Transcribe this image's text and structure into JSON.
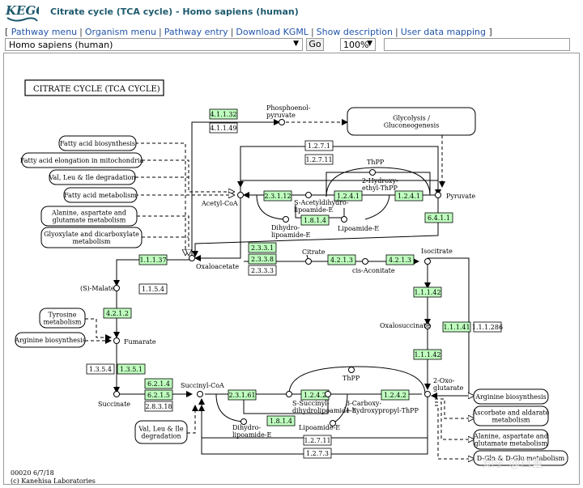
{
  "header": {
    "logo_text": "KEGG",
    "title": "Citrate cycle (TCA cycle) - Homo sapiens (human)"
  },
  "menu": {
    "open_bracket": "[",
    "close_bracket": "]",
    "sep": "|",
    "items": [
      "Pathway menu",
      "Organism menu",
      "Pathway entry",
      "Download KGML",
      "Show description",
      "User data mapping"
    ]
  },
  "controls": {
    "organism_value": "Homo sapiens (human)",
    "go_label": "Go",
    "zoom_value": "100%",
    "search_value": ""
  },
  "map": {
    "title": "CITRATE CYCLE (TCA CYCLE)",
    "footer_id": "00020 6/7/18",
    "footer_copy": "(c) Kanehisa Laboratories",
    "colors": {
      "enzyme_hit": "#bfffbf",
      "enzyme_plain": "#ffffff",
      "line": "#000000"
    },
    "enzymes": [
      {
        "id": "4.1.1.32",
        "hit": true
      },
      {
        "id": "4.1.1.49",
        "hit": false
      },
      {
        "id": "1.2.7.1",
        "hit": false
      },
      {
        "id": "1.2.7.11",
        "hit": false
      },
      {
        "id": "2.3.1.12",
        "hit": true
      },
      {
        "id": "1.2.4.1",
        "hit": true
      },
      {
        "id": "1.2.4.1",
        "hit": true
      },
      {
        "id": "1.8.1.4",
        "hit": true
      },
      {
        "id": "6.4.1.1",
        "hit": true
      },
      {
        "id": "2.3.3.1",
        "hit": true
      },
      {
        "id": "2.3.3.8",
        "hit": true
      },
      {
        "id": "2.3.3.3",
        "hit": false
      },
      {
        "id": "4.2.1.3",
        "hit": true
      },
      {
        "id": "4.2.1.3",
        "hit": true
      },
      {
        "id": "1.1.1.37",
        "hit": true
      },
      {
        "id": "1.1.5.4",
        "hit": false
      },
      {
        "id": "4.2.1.2",
        "hit": true
      },
      {
        "id": "1.3.5.4",
        "hit": false
      },
      {
        "id": "1.3.5.1",
        "hit": true
      },
      {
        "id": "1.1.1.42",
        "hit": true
      },
      {
        "id": "1.1.1.41",
        "hit": true
      },
      {
        "id": "1.1.1.286",
        "hit": false
      },
      {
        "id": "1.1.1.42",
        "hit": true
      },
      {
        "id": "6.2.1.4",
        "hit": true
      },
      {
        "id": "6.2.1.5",
        "hit": true
      },
      {
        "id": "2.8.3.18",
        "hit": false
      },
      {
        "id": "2.3.1.61",
        "hit": true
      },
      {
        "id": "1.2.4.2",
        "hit": true
      },
      {
        "id": "1.2.4.2",
        "hit": true
      },
      {
        "id": "1.8.1.4",
        "hit": true
      },
      {
        "id": "1.2.7.11",
        "hit": false
      },
      {
        "id": "1.2.7.3",
        "hit": false
      }
    ],
    "compounds": [
      {
        "name": "Phosphoenol-"
      },
      {
        "name": "pyruvate"
      },
      {
        "name": "Pyruvate"
      },
      {
        "name": "Acetyl-CoA"
      },
      {
        "name": "ThPP"
      },
      {
        "name": "2-Hydroxy-"
      },
      {
        "name": "ethyl-ThPP"
      },
      {
        "name": "S-Acetyldihydro-"
      },
      {
        "name": "lipoamide-E"
      },
      {
        "name": "Dihydro-"
      },
      {
        "name": "lipoamide-E"
      },
      {
        "name": "Lipoamide-E"
      },
      {
        "name": "Oxaloacetate"
      },
      {
        "name": "Citrate"
      },
      {
        "name": "cis-Aconitate"
      },
      {
        "name": "Isocitrate"
      },
      {
        "name": "(S)-Malate"
      },
      {
        "name": "Fumarate"
      },
      {
        "name": "Oxalosuccinate"
      },
      {
        "name": "Succinate"
      },
      {
        "name": "Succinyl-CoA"
      },
      {
        "name": "ThPP"
      },
      {
        "name": "2-Oxo-"
      },
      {
        "name": "glutarate"
      },
      {
        "name": "S-Succinyl-"
      },
      {
        "name": "dihydrolipoamide-E"
      },
      {
        "name": "3-Carboxy-"
      },
      {
        "name": "1-hydroxypropyl-ThPP"
      },
      {
        "name": "Dihydro-"
      },
      {
        "name": "lipoamide-E"
      },
      {
        "name": "Lipoamide-E"
      }
    ],
    "maps": [
      {
        "lines": [
          "Glycolysis /",
          "Gluconeogenesis"
        ]
      },
      {
        "lines": [
          "Fatty acid biosynthesis"
        ]
      },
      {
        "lines": [
          "Fatty acid elongation in mitochondria"
        ]
      },
      {
        "lines": [
          "Val, Leu & Ile degradation"
        ]
      },
      {
        "lines": [
          "Fatty acid metabolism"
        ]
      },
      {
        "lines": [
          "Alanine, aspartate and",
          "glutamate metabolism"
        ]
      },
      {
        "lines": [
          "Glyoxylate and dicarboxylate",
          "metabolism"
        ]
      },
      {
        "lines": [
          "Tyrosine",
          "metabolism"
        ]
      },
      {
        "lines": [
          "Arginine biosynthesis"
        ]
      },
      {
        "lines": [
          "Val, Leu & Ile",
          "degradation"
        ]
      },
      {
        "lines": [
          "Arginine biosynthesis"
        ]
      },
      {
        "lines": [
          "Ascorbate and aldarate",
          "metabolism"
        ]
      },
      {
        "lines": [
          "Alanine, aspartate and",
          "glutamate metabolism"
        ]
      },
      {
        "lines": [
          "D-Gln & D-Glu metabolism"
        ]
      }
    ]
  },
  "watermark": "知乎 @白墨"
}
